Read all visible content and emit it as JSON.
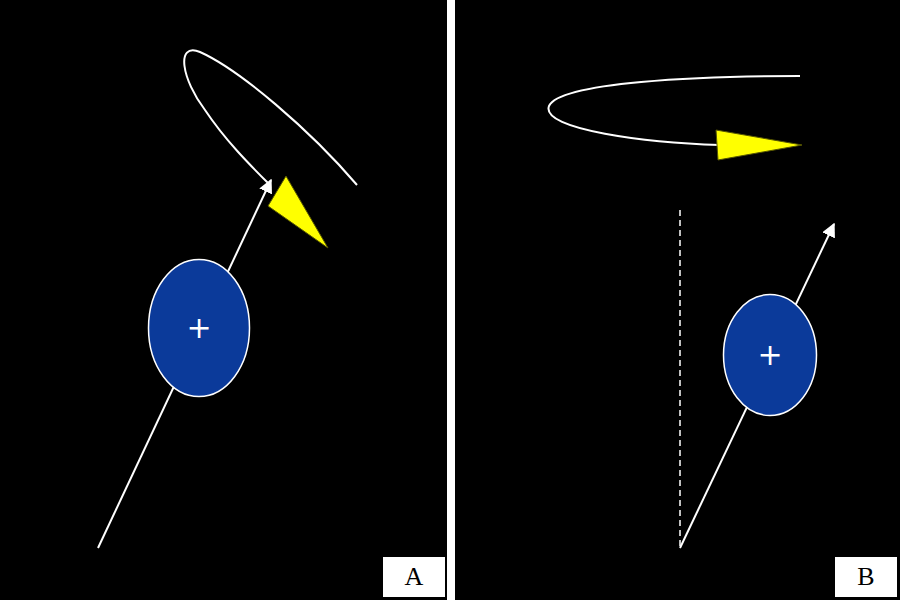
{
  "diagram": {
    "nodes": [
      {
        "text": [
          "+"
        ]
      },
      {
        "text": [
          "A"
        ]
      },
      {
        "text": [
          "+"
        ]
      },
      {
        "text": [
          "B"
        ]
      }
    ]
  }
}
